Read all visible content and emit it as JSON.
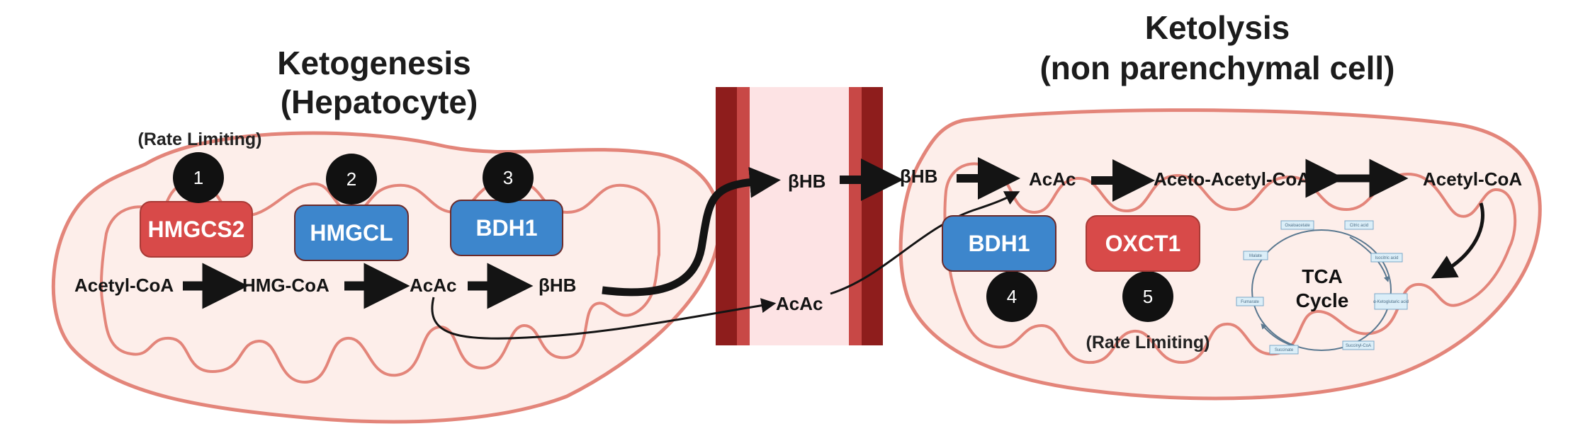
{
  "left": {
    "title_line1": "Ketogenesis",
    "title_line2": "(Hepatocyte)",
    "rate_limiting": "(Rate Limiting)",
    "enzymes": [
      {
        "number": "1",
        "label": "HMGCS2",
        "color": "#d84a49"
      },
      {
        "number": "2",
        "label": "HMGCL",
        "color": "#3d86cc"
      },
      {
        "number": "3",
        "label": "BDH1",
        "color": "#3d86cc"
      }
    ],
    "metabolites": [
      "Acetyl-CoA",
      "HMG-CoA",
      "AcAc",
      "βHB"
    ]
  },
  "vessel": {
    "bhb": "βHB",
    "acac": "AcAc",
    "colors": {
      "wall": "#8e1d1c",
      "inner_wall": "#c84846",
      "lumen": "#fde3e4"
    }
  },
  "right": {
    "title_line1": "Ketolysis",
    "title_line2": "(non parenchymal cell)",
    "rate_limiting": "(Rate Limiting)",
    "enzymes": [
      {
        "number": "4",
        "label": "BDH1",
        "color": "#3d86cc"
      },
      {
        "number": "5",
        "label": "OXCT1",
        "color": "#d84a49"
      }
    ],
    "metabolites": [
      "βHB",
      "AcAc",
      "Aceto-Acetyl-CoA",
      "Acetyl-CoA"
    ],
    "tca_line1": "TCA",
    "tca_line2": "Cycle",
    "tca_small_labels": [
      "Oxaloacetate",
      "Citric acid",
      "Isocitric acid",
      "α-Ketoglutaric acid",
      "Succinyl-CoA",
      "Succinate",
      "Fumarate",
      "Malate"
    ]
  },
  "colors": {
    "mito_fill": "#fdeeea",
    "mito_outline": "#e3857a",
    "arrow": "#141414",
    "number_circle": "#111111"
  }
}
